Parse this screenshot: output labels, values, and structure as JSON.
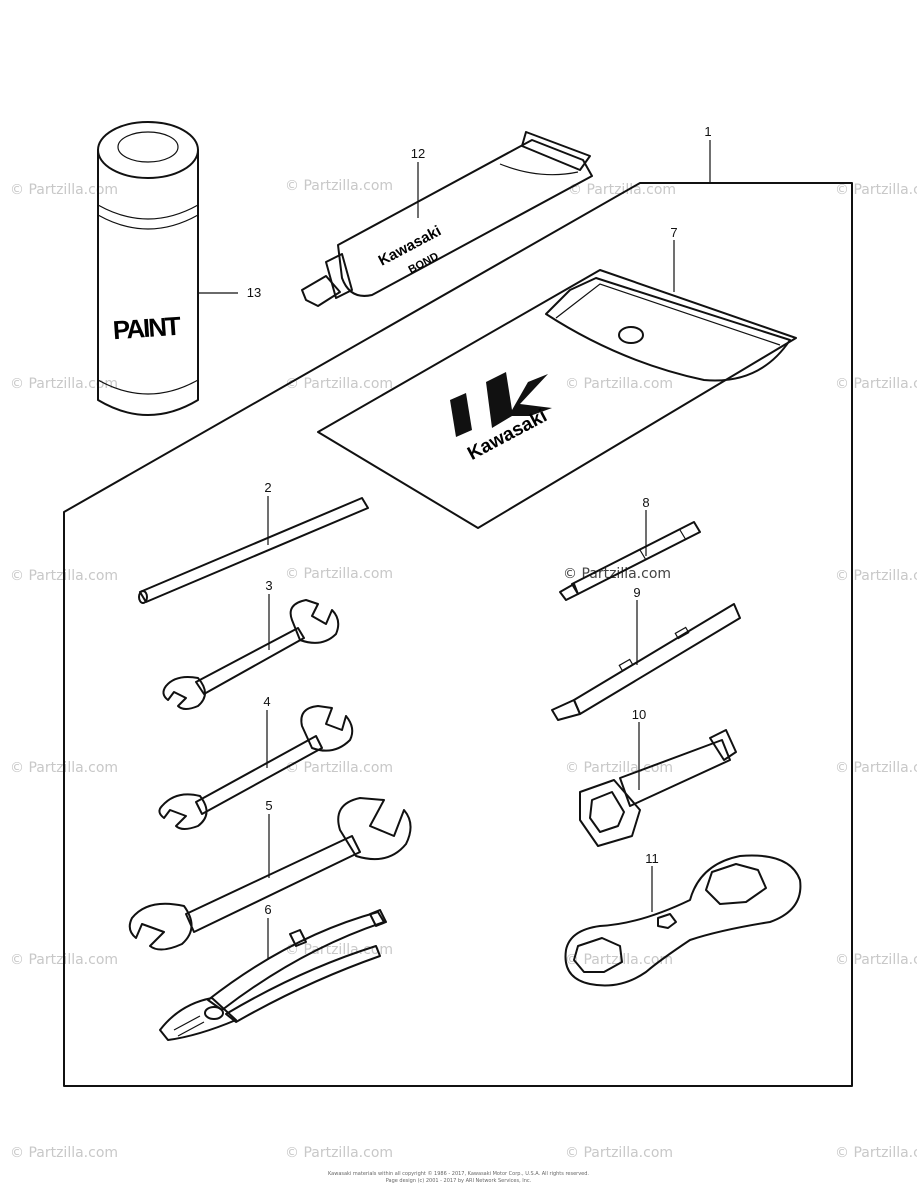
{
  "watermark": "© Partzilla.com",
  "callouts": [
    "1",
    "2",
    "3",
    "4",
    "5",
    "6",
    "7",
    "8",
    "9",
    "10",
    "11",
    "12",
    "13"
  ],
  "labels": {
    "paint": "PAINT",
    "bond_brand": "Kawasaki",
    "bond_word": "BOND",
    "pouch_brand": "Kawasaki"
  },
  "footer": {
    "line1": "Kawasaki materials within all copyright © 1986 - 2017, Kawasaki Motor Corp., U.S.A. All rights reserved.",
    "line2": "Page design (c) 2001 - 2017 by ARI Network Services, Inc."
  }
}
